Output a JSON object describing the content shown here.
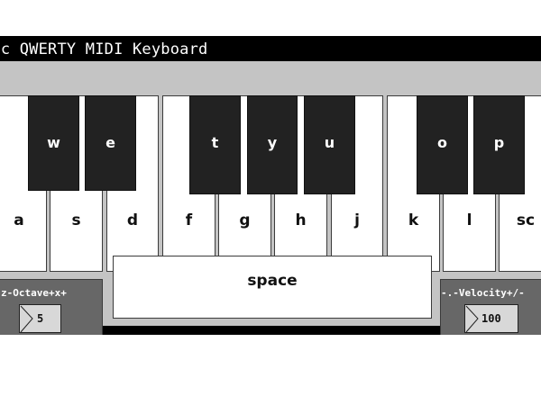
{
  "window": {
    "title": "sic QWERTY MIDI Keyboard"
  },
  "keyboard": {
    "white_keys": [
      "a",
      "s",
      "d",
      "f",
      "g",
      "h",
      "j",
      "k",
      "l",
      "sc"
    ],
    "black_keys": [
      "w",
      "e",
      "t",
      "y",
      "u",
      "o",
      "p"
    ],
    "space_label": "space"
  },
  "octave": {
    "label": "z-Octave+x+",
    "value": "5"
  },
  "velocity": {
    "label": "-.-Velocity+/-",
    "value": "100"
  },
  "colors": {
    "background": "#c4c4c4",
    "black_key": "#222222",
    "control": "#676767",
    "frame": "#000000"
  }
}
